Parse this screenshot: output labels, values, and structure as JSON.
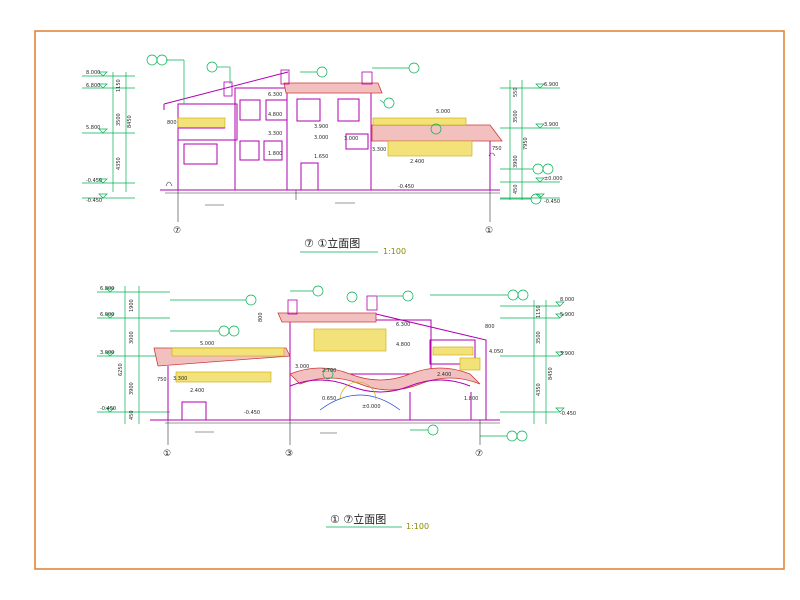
{
  "drawing": {
    "top": {
      "title": "⑦ ①立面图",
      "scale": "1:100",
      "left_axis": "⑦",
      "right_axis": "①",
      "left_levels": [
        "8.000",
        "6.800",
        "5.800",
        "-0.450",
        "-0.450"
      ],
      "left_dims": [
        "1150",
        "3500",
        "4350",
        "8450",
        "800"
      ],
      "right_levels": [
        "6.900",
        "3.900",
        "±0.000",
        "-0.450"
      ],
      "right_dims": [
        "550",
        "3500",
        "3900",
        "7950",
        "450",
        "750"
      ],
      "inner_labels": [
        "6.300",
        "4.800",
        "3.300",
        "1.800",
        "3.900",
        "3.000",
        "1.650",
        "5.000",
        "3.000",
        "3.300",
        "2.400",
        "-0.450"
      ]
    },
    "bottom": {
      "title": "① ⑦立面图",
      "scale": "1:100",
      "axes": [
        "①",
        "③",
        "⑦"
      ],
      "left_levels": [
        "6.800",
        "6.000",
        "3.000",
        "-0.450"
      ],
      "left_dims": [
        "1900",
        "3000",
        "3900",
        "6250",
        "450"
      ],
      "right_levels": [
        "8.000",
        "5.900",
        "3.900",
        "-0.450"
      ],
      "right_dims": [
        "1150",
        "3500",
        "4350",
        "8450"
      ],
      "inner_labels": [
        "5.000",
        "3.300",
        "2.400",
        "800",
        "6.300",
        "4.800",
        "4.050",
        "3.000",
        "2.700",
        "0.650",
        "2.400",
        "1.800",
        "±0.000",
        "-0.450",
        "800",
        "750"
      ]
    }
  }
}
